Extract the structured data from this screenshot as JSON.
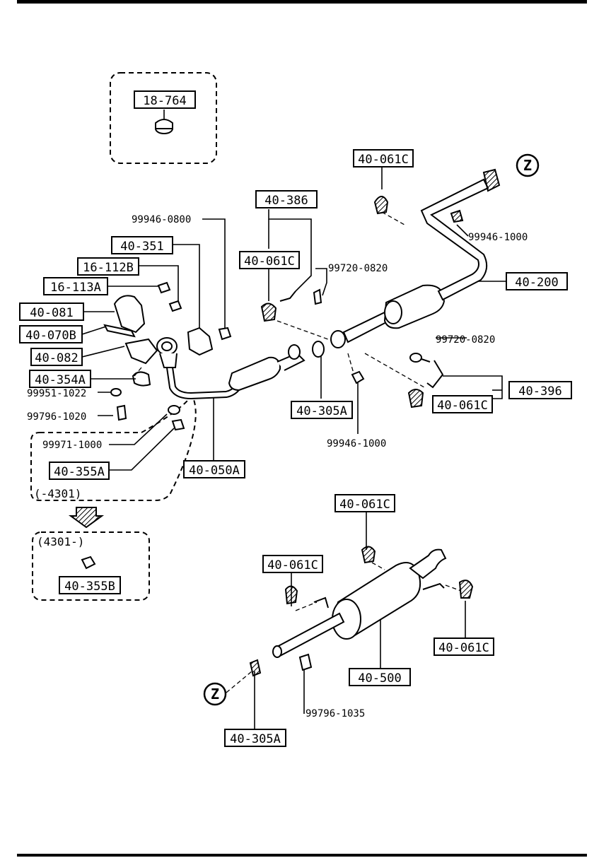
{
  "diagram": {
    "box_labels": {
      "p18_764": "18-764",
      "p40_061c_a": "40-061C",
      "p40_386": "40-386",
      "p40_061c_b": "40-061C",
      "p40_351": "40-351",
      "p16_112b": "16-112B",
      "p16_113a": "16-113A",
      "p40_081": "40-081",
      "p40_070b": "40-070B",
      "p40_082": "40-082",
      "p40_354a": "40-354A",
      "p40_200": "40-200",
      "p40_396": "40-396",
      "p40_061c_c": "40-061C",
      "p40_305a_a": "40-305A",
      "p40_050a": "40-050A",
      "p40_355a": "40-355A",
      "p40_355b": "40-355B",
      "p40_061c_d": "40-061C",
      "p40_061c_e": "40-061C",
      "p40_061c_f": "40-061C",
      "p40_500": "40-500",
      "p40_305a_b": "40-305A"
    },
    "plain_labels": {
      "n99946_0800": "99946-0800",
      "n99946_1000_a": "99946-1000",
      "n99720_0820_a": "99720-0820",
      "n99720_0820_b": "99720-0820",
      "n99951_1022": "99951-1022",
      "n99796_1020": "99796-1020",
      "n99971_1000": "99971-1000",
      "n99946_1000_b": "99946-1000",
      "n99796_1035": "99796-1035",
      "range_before": "(-4301)",
      "range_after": "(4301-)"
    },
    "connector_marker": "Z"
  }
}
